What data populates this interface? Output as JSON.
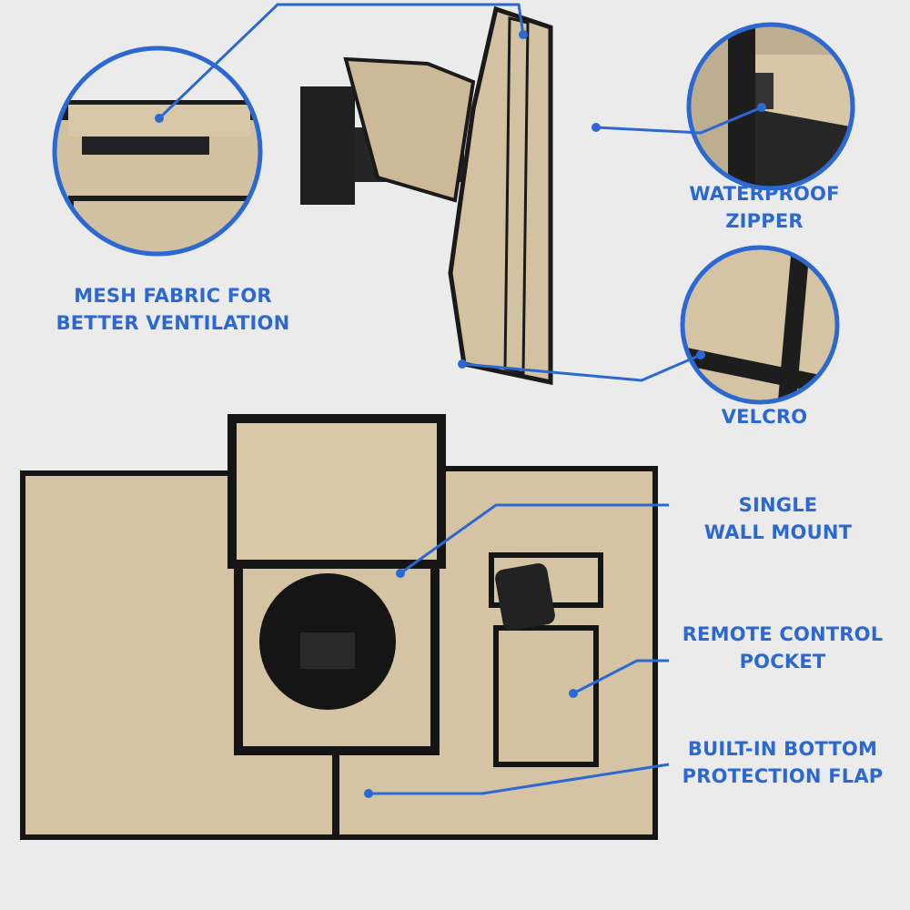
{
  "colors": {
    "background": "#ebebeb",
    "accent": "#2b68d2",
    "fabric": "#d4c3a3",
    "trim": "#1a1a1a"
  },
  "labels": {
    "mesh": {
      "line1": "MESH FABRIC FOR",
      "line2": "BETTER VENTILATION"
    },
    "zipper": {
      "line1": "WATERPROOF",
      "line2": "ZIPPER"
    },
    "velcro": {
      "line1": "VELCRO"
    },
    "wall_mount": {
      "line1": "SINGLE",
      "line2": "WALL MOUNT"
    },
    "remote": {
      "line1": "REMOTE CONTROL",
      "line2": "POCKET"
    },
    "flap": {
      "line1": "BUILT-IN BOTTOM",
      "line2": "PROTECTION FLAP"
    }
  }
}
